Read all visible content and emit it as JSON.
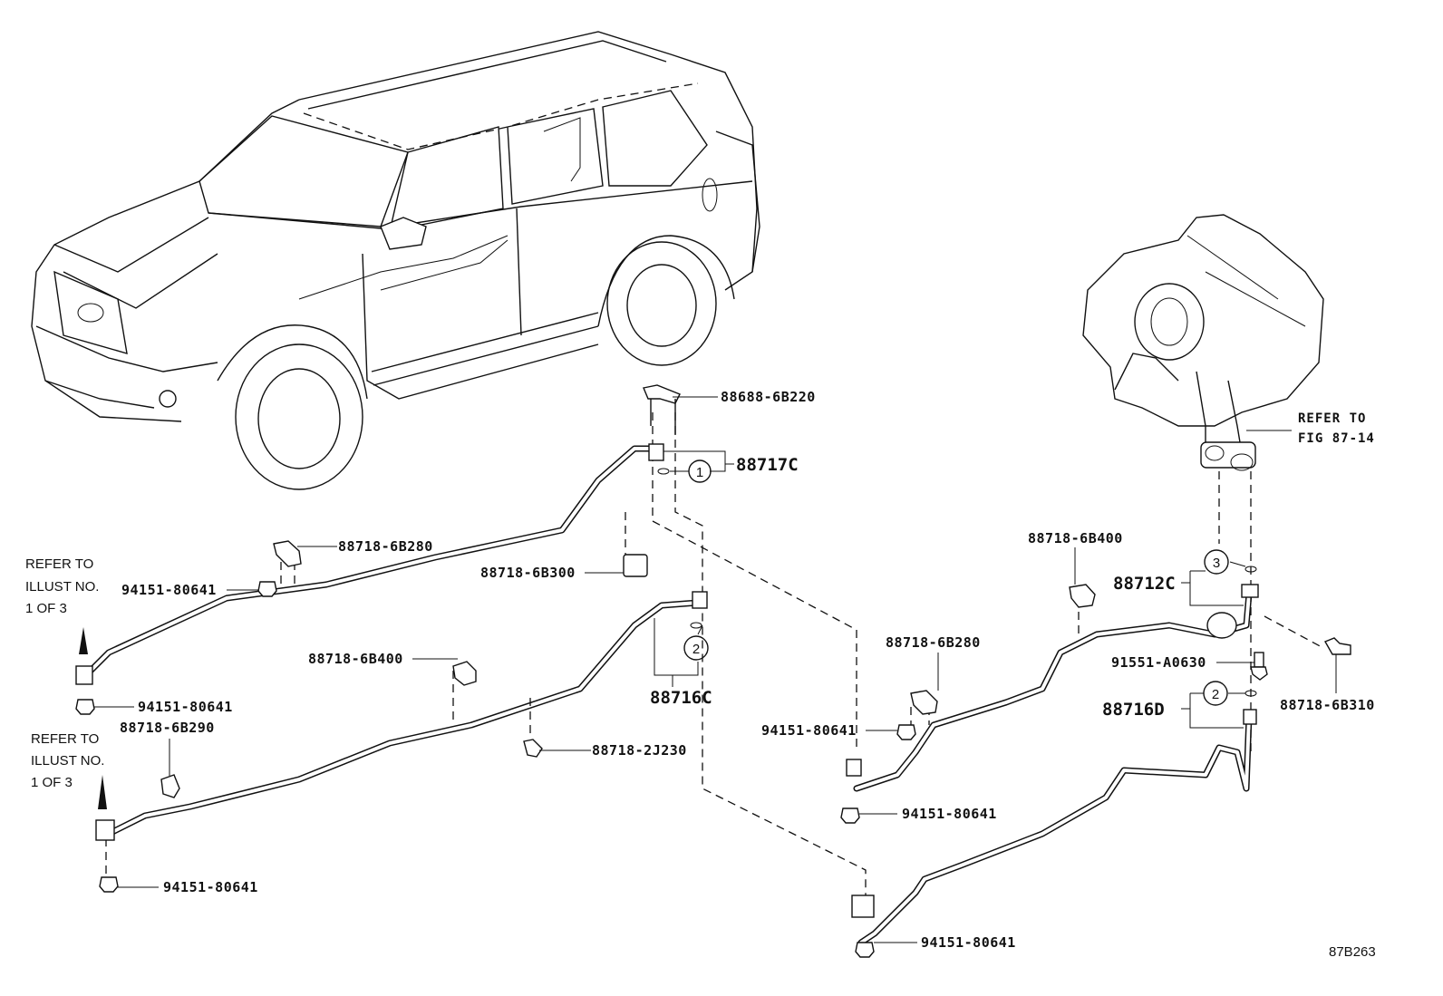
{
  "diagram": {
    "figure_code": "87B263",
    "notes": {
      "refer_illust_top": [
        "REFER TO",
        "ILLUST NO.",
        "1 OF 3"
      ],
      "refer_illust_bottom": [
        "REFER TO",
        "ILLUST NO.",
        "1 OF 3"
      ],
      "refer_fig": [
        "REFER TO",
        "FIG 87-14"
      ]
    },
    "groups": {
      "g_88717C": {
        "label": "88717C",
        "circle": "1"
      },
      "g_88716C": {
        "label": "88716C",
        "circle": "2"
      },
      "g_88712C": {
        "label": "88712C",
        "circle": "3"
      },
      "g_88716D": {
        "label": "88716D",
        "circle": "2"
      }
    },
    "parts": {
      "p_88688_6B220": "88688-6B220",
      "p_88718_6B280_left": "88718-6B280",
      "p_94151_80641_left_top": "94151-80641",
      "p_88718_6B300": "88718-6B300",
      "p_94151_80641_left_mid": "94151-80641",
      "p_88718_6B400_left": "88718-6B400",
      "p_88718_6B290": "88718-6B290",
      "p_88718_2J230": "88718-2J230",
      "p_94151_80641_left_bottom": "94151-80641",
      "p_88718_6B400_right": "88718-6B400",
      "p_88718_6B280_right": "88718-6B280",
      "p_94151_80641_right_mid": "94151-80641",
      "p_94151_80641_right_low": "94151-80641",
      "p_91551_A0630": "91551-A0630",
      "p_88718_6B310": "88718-6B310",
      "p_94151_80641_bottom": "94151-80641"
    }
  }
}
